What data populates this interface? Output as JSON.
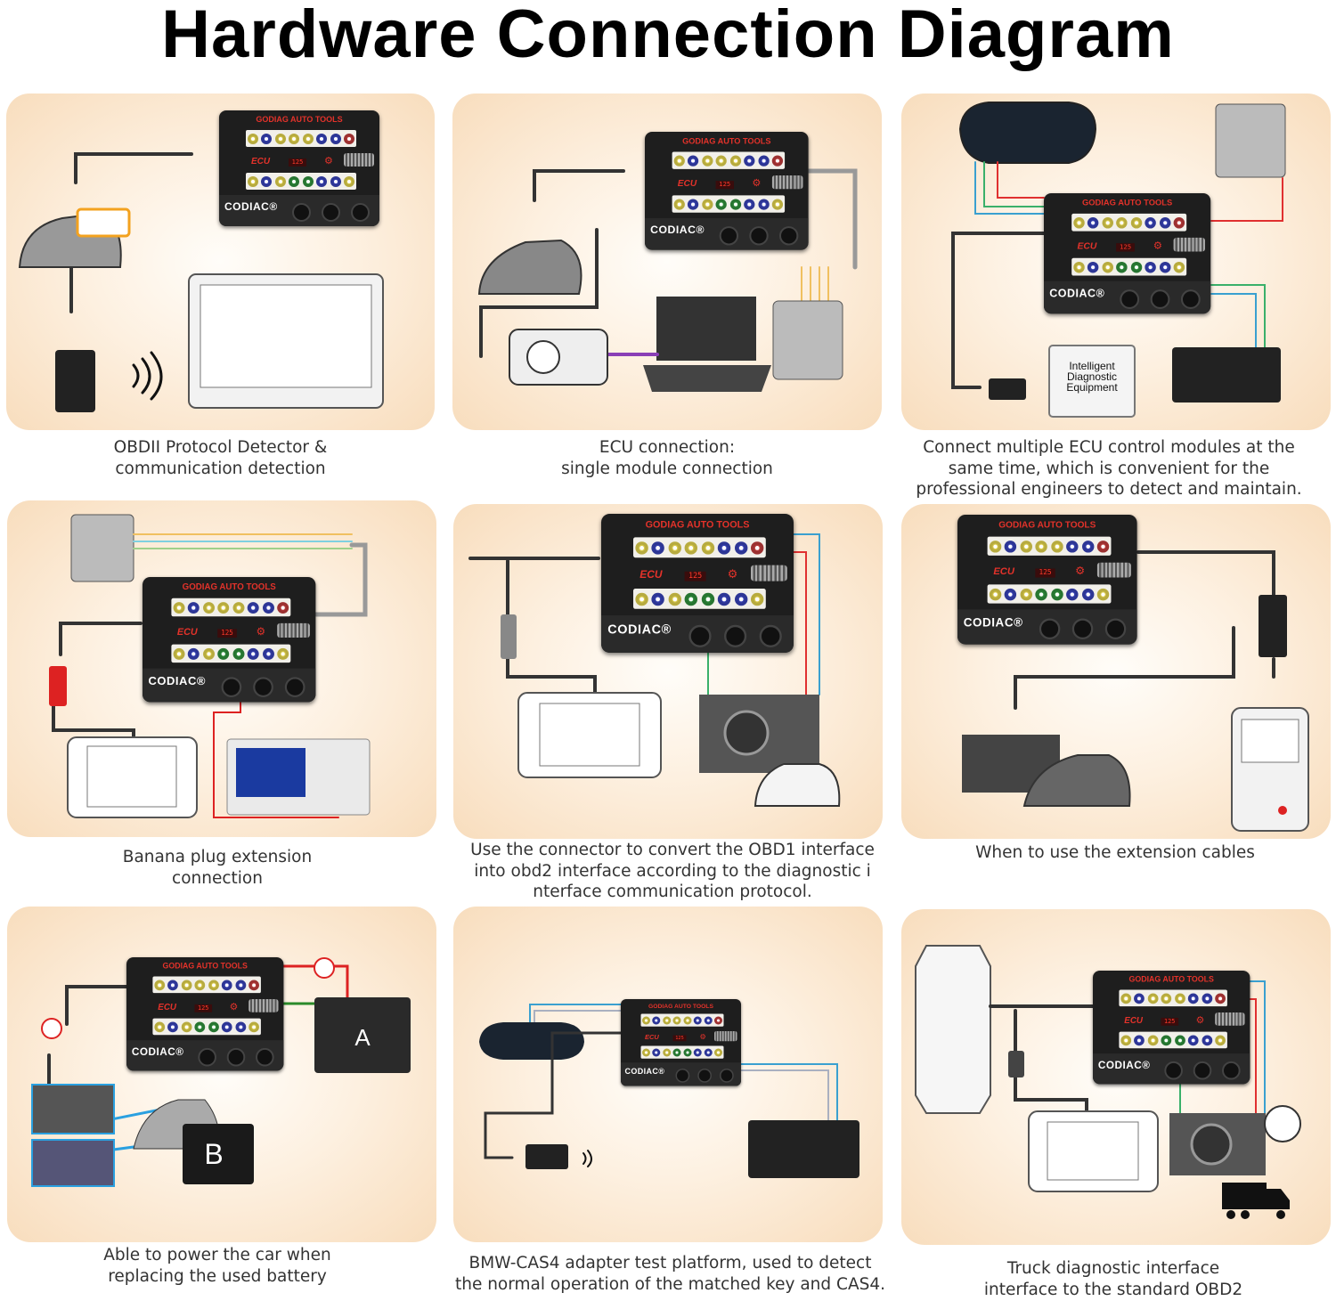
{
  "title": "Hardware Connection Diagram",
  "device": {
    "brand": "GODIAG AUTO TOOLS",
    "ecu_label": "ECU",
    "display": "125",
    "logo": "CODIAC®",
    "top_jacks": [
      "#d8c94a",
      "#3640b0",
      "#d8c94a",
      "#d8c94a",
      "#d8c94a",
      "#3640b0",
      "#3640b0",
      "#b83a3a"
    ],
    "bottom_jacks": [
      "#d8c94a",
      "#3640b0",
      "#d8c94a",
      "#2e8a3a",
      "#2e8a3a",
      "#3640b0",
      "#3640b0",
      "#d8c94a"
    ]
  },
  "panels": [
    {
      "caption": "OBDII Protocol Detector &\ncommunication detection"
    },
    {
      "caption": "ECU connection:\nsingle module connection"
    },
    {
      "caption": "Connect multiple ECU control modules at the\nsame time, which is convenient for the\nprofessional engineers to detect and maintain.",
      "equipment_label": "Intelligent\nDiagnostic\nEquipment"
    },
    {
      "caption": "Banana plug extension\nconnection"
    },
    {
      "caption": "Use the connector to convert the OBD1 interface\ninto obd2 interface according to the diagnostic i\nnterface communication protocol."
    },
    {
      "caption": "When to use the extension cables"
    },
    {
      "caption": "Able to power the car when\nreplacing the used battery",
      "battery_a": "A",
      "battery_b": "B"
    },
    {
      "caption": "BMW-CAS4 adapter test platform, used to detect\nthe normal operation of the matched key and CAS4."
    },
    {
      "caption": "Truck diagnostic interface\ninterface to the standard OBD2"
    }
  ]
}
